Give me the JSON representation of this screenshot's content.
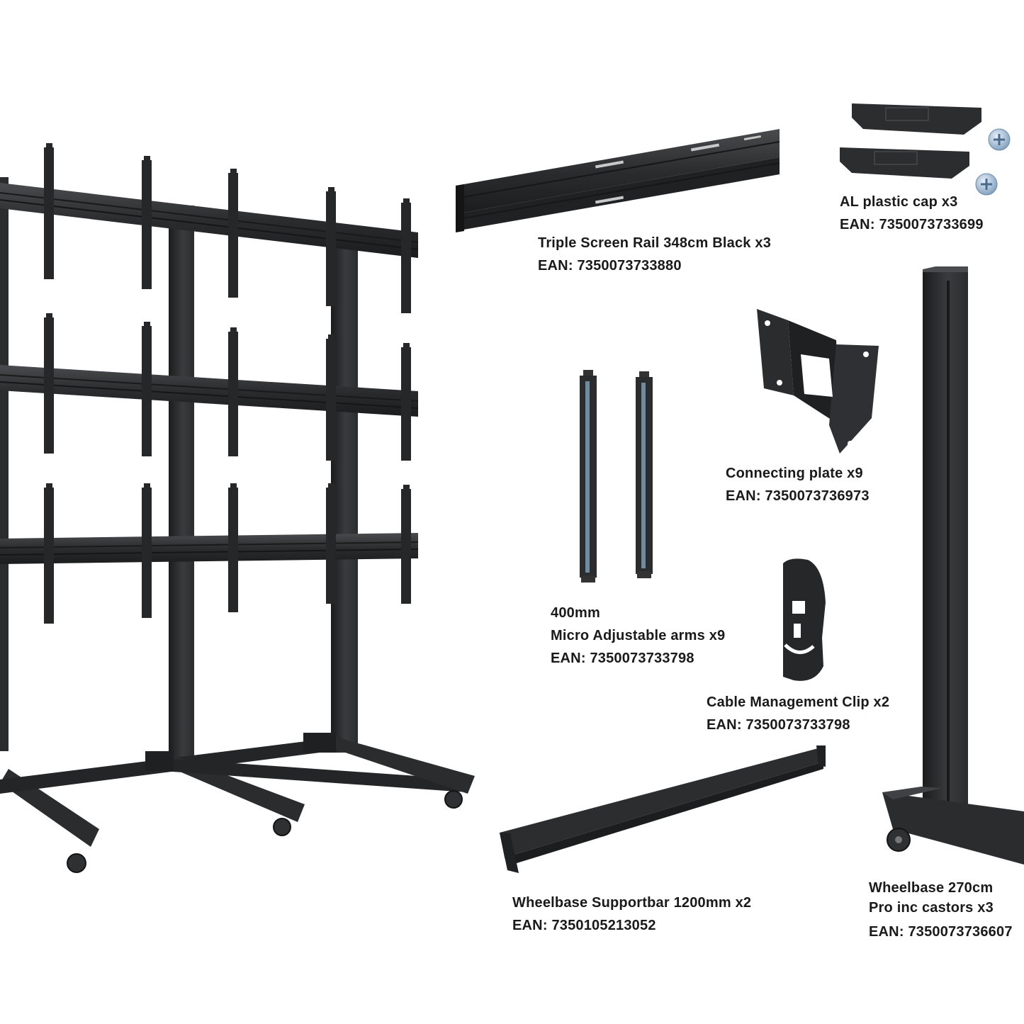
{
  "colors": {
    "background": "#ffffff",
    "metal": "#2b2c2e",
    "metal_dark": "#1b1c1d",
    "metal_light": "#4a4b4e",
    "text": "#1a1a1a",
    "screw": "#a9c4dd"
  },
  "parts": {
    "rail": {
      "name": "Triple Screen Rail 348cm Black x3",
      "ean": "EAN: 7350073733880"
    },
    "cap": {
      "name": "AL plastic cap x3",
      "ean": "EAN: 7350073733699"
    },
    "plate": {
      "name": "Connecting plate x9",
      "ean": "EAN: 7350073736973"
    },
    "arms": {
      "size": "400mm",
      "name": "Micro Adjustable arms x9",
      "ean": "EAN: 7350073733798"
    },
    "clip": {
      "name": "Cable Management Clip x2",
      "ean": "EAN: 7350073733798"
    },
    "supportbar": {
      "name": "Wheelbase Supportbar 1200mm x2",
      "ean": "EAN: 7350105213052"
    },
    "wheelbase": {
      "name_line1": "Wheelbase 270cm",
      "name_line2": "Pro inc castors x3",
      "ean": "EAN: 7350073736607"
    }
  }
}
